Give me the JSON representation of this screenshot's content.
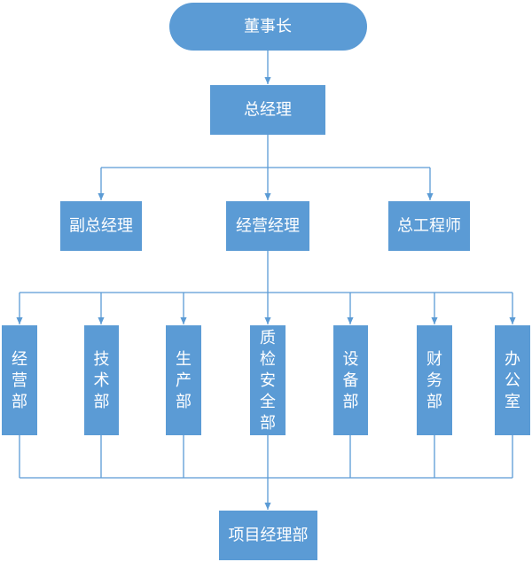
{
  "org_chart": {
    "chairman": "董事长",
    "general_manager": "总经理",
    "deputy_general_manager": "副总经理",
    "operations_manager": "经营经理",
    "chief_engineer": "总工程师",
    "departments": [
      {
        "id": "business",
        "label": "经营部"
      },
      {
        "id": "technical",
        "label": "技术部"
      },
      {
        "id": "production",
        "label": "生产部"
      },
      {
        "id": "quality-safety",
        "label": "质检安全部"
      },
      {
        "id": "equipment",
        "label": "设备部"
      },
      {
        "id": "finance",
        "label": "财务部"
      },
      {
        "id": "office",
        "label": "办公室"
      }
    ],
    "project_manager_dept": "项目经理部"
  }
}
